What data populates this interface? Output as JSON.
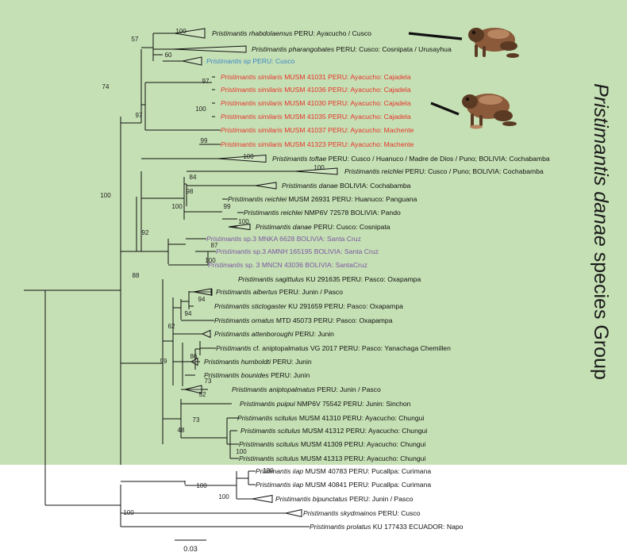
{
  "group_label": {
    "italic": "Pristimantis danae",
    "rest": " species Group"
  },
  "scale_label": "0.03",
  "colors": {
    "green": "#c5e0b4",
    "black": "#111111",
    "red": "#e8322b",
    "blue": "#3d86c6",
    "purple": "#7b55a3"
  },
  "photos": [
    {
      "name": "frog-photo-top"
    },
    {
      "name": "frog-photo-bottom"
    }
  ],
  "tips": [
    {
      "sp": "Pristimantis rhabdolaemus",
      "rest": " PERU: Ayacucho / Cusco",
      "color": "black",
      "italic_all": false
    },
    {
      "sp": "Pristimantis pharangobates",
      "rest": " PERU: Cusco: Cosnipata / Urusayhua",
      "color": "black",
      "italic_all": false
    },
    {
      "sp": "Pristimantis",
      "rest": " sp PERU: Cusco",
      "color": "blue",
      "italic_all": false
    },
    {
      "sp": "Pristimantis similaris",
      "rest": " MUSM 41031 PERU: Ayacucho: Cajadela",
      "color": "red",
      "italic_all": false
    },
    {
      "sp": "Pristimantis similaris",
      "rest": " MUSM 41036 PERU: Ayacucho: Cajadela",
      "color": "red",
      "italic_all": false
    },
    {
      "sp": "Pristimantis similaris",
      "rest": " MUSM 41030 PERU: Ayacucho: Cajadela",
      "color": "red",
      "italic_all": false
    },
    {
      "sp": "Pristimantis similaris",
      "rest": " MUSM 41035 PERU: Ayacucho: Cajadela",
      "color": "red",
      "italic_all": false
    },
    {
      "sp": "Pristimantis similaris",
      "rest": " MUSM 41037 PERU: Ayacucho: Machente",
      "color": "red",
      "italic_all": false
    },
    {
      "sp": "Pristimantis similaris",
      "rest": " MUSM 41323 PERU: Ayacucho: Machente",
      "color": "red",
      "italic_all": false
    },
    {
      "sp": "Pristimantis toftae",
      "rest": " PERU: Cusco / Huanuco / Madre de Dios / Puno; BOLIVIA: Cochabamba",
      "color": "black",
      "italic_all": false
    },
    {
      "sp": "Pristimantis reichlei",
      "rest": " PERU: Cusco / Puno; BOLIVIA: Cochabamba",
      "color": "black",
      "italic_all": false
    },
    {
      "sp": "Pristimantis danae",
      "rest": " BOLIVIA: Cochabamba",
      "color": "black",
      "italic_all": false
    },
    {
      "sp": "Pristimantis reichlei",
      "rest": " MUSM 26931 PERU: Huanuco: Panguana",
      "color": "black",
      "italic_all": false
    },
    {
      "sp": "Pristimantis reichlei",
      "rest": " NMP6V 72578 BOLIVIA: Pando",
      "color": "black",
      "italic_all": false
    },
    {
      "sp": "Pristimantis danae",
      "rest": " PERU: Cusco: Cosnipata",
      "color": "black",
      "italic_all": false
    },
    {
      "sp": "Pristimantis",
      "rest": " sp.3 MNKA 6628 BOLIVIA: Santa Cruz",
      "color": "purple",
      "italic_all": false
    },
    {
      "sp": "Pristimantis",
      "rest": " sp.3 AMNH 165195 BOLIVIA: Santa Cruz",
      "color": "purple",
      "italic_all": false
    },
    {
      "sp": "Pristimantis",
      "rest": " sp. 3 MNCN 43036 BOLIVIA: SantaCruz",
      "color": "purple",
      "italic_all": false
    },
    {
      "sp": "Pristimantis sagittulus",
      "rest": " KU 291635 PERU: Pasco: Oxapampa",
      "color": "black",
      "italic_all": false
    },
    {
      "sp": "Pristimantis albertus",
      "rest": " PERU: Junin / Pasco",
      "color": "black",
      "italic_all": false
    },
    {
      "sp": "Pristimantis stictogaster",
      "rest": " KU 291659 PERU: Pasco: Oxapampa",
      "color": "black",
      "italic_all": false
    },
    {
      "sp": "Pristimantis ornatus",
      "rest": " MTD 45073 PERU: Pasco: Oxapampa",
      "color": "black",
      "italic_all": false
    },
    {
      "sp": "Pristimantis attenboroughi",
      "rest": " PERU: Junin",
      "color": "black",
      "italic_all": false
    },
    {
      "sp": "Pristimantis",
      "rest": " cf. aniptopalmatus VG 2017 PERU: Pasco: Yanachaga Chemillen",
      "color": "black",
      "italic_all": false,
      "cf": true
    },
    {
      "sp": "Pristimantis humboldti",
      "rest": " PERU: Junin",
      "color": "black",
      "italic_all": false
    },
    {
      "sp": "Pristimantis bounides",
      "rest": " PERU: Junin",
      "color": "black",
      "italic_all": false
    },
    {
      "sp": "Pristimantis aniptopalmatus",
      "rest": " PERU: Junin / Pasco",
      "color": "black",
      "italic_all": false
    },
    {
      "sp": "Pristimantis puipui",
      "rest": " NMP6V 75542 PERU: Junin: Sinchon",
      "color": "black",
      "italic_all": false
    },
    {
      "sp": "Pristimantis scitulus",
      "rest": " MUSM 41310 PERU: Ayacucho: Chungui",
      "color": "black",
      "italic_all": false
    },
    {
      "sp": "Pristimantis scitulus",
      "rest": " MUSM 41312 PERU: Ayacucho: Chungui",
      "color": "black",
      "italic_all": false
    },
    {
      "sp": "Pristimantis scitulus",
      "rest": " MUSM 41309 PERU: Ayacucho: Chungui",
      "color": "black",
      "italic_all": false
    },
    {
      "sp": "Pristimantis scitulus",
      "rest": " MUSM 41313 PERU: Ayacucho: Chungui",
      "color": "black",
      "italic_all": false
    },
    {
      "sp": "Pristimantis iiap",
      "rest": " MUSM 40783 PERU: Pucallpa: Curimana",
      "color": "black",
      "italic_all": false
    },
    {
      "sp": "Pristimantis iiap",
      "rest": " MUSM 40841 PERU: Pucallpa: Curimana",
      "color": "black",
      "italic_all": false
    },
    {
      "sp": "Pristimantis bipunctatus",
      "rest": " PERU: Junin / Pasco",
      "color": "black",
      "italic_all": false
    },
    {
      "sp": "Pristimantis skydmainos",
      "rest": " PERU: Cusco",
      "color": "black",
      "italic_all": false
    },
    {
      "sp": "Pristimantis prolatus",
      "rest": " KU 177433 ECUADOR: Napo",
      "color": "black",
      "italic_all": false
    }
  ],
  "supports": [
    "100",
    "57",
    "60",
    "74",
    "97",
    "97",
    "100",
    "99",
    "100",
    "100",
    "84",
    "98",
    "100",
    "99",
    "100",
    "87",
    "100",
    "92",
    "100",
    "88",
    "94",
    "94",
    "62",
    "86",
    "73",
    "52",
    "73",
    "48",
    "100",
    "99",
    "100",
    "100",
    "100",
    "100"
  ]
}
